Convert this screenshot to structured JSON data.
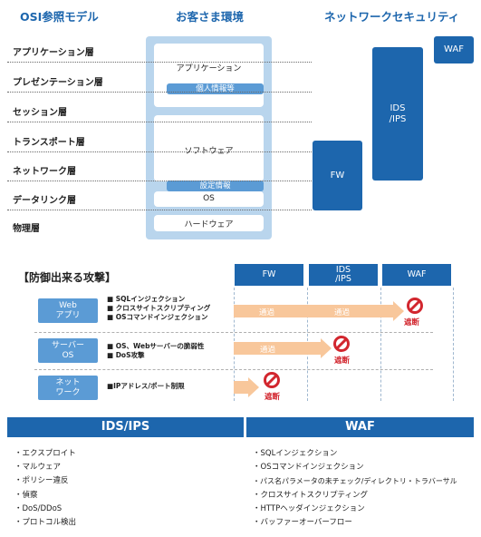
{
  "headers": {
    "osi": "OSI参照モデル",
    "env": "お客さま環境",
    "security": "ネットワークセキュリティ"
  },
  "layers": [
    "アプリケーション層",
    "プレゼンテーション層",
    "セッション層",
    "トランスポート層",
    "ネットワーク層",
    "データリンク層",
    "物理層"
  ],
  "env": {
    "application": "アプリケーション",
    "personal_info": "個人情報等",
    "software": "ソフトウェア",
    "config_info": "設定情報",
    "os": "OS",
    "hardware": "ハードウェア"
  },
  "security_boxes": {
    "waf": "WAF",
    "ids": "IDS\n/IPS",
    "fw": "FW"
  },
  "attacks": {
    "title": "【防御出来る攻撃】",
    "columns": [
      "FW",
      "IDS\n/IPS",
      "WAF"
    ],
    "pass_label": "通過",
    "block_label": "遮断",
    "rows": [
      {
        "tag": "Web\nアプリ",
        "items": [
          "■ SQLインジェクション",
          "■ クロスサイトスクリプティング",
          "■ OSコマンドインジェクション"
        ]
      },
      {
        "tag": "サーバー\nOS",
        "items": [
          "■ OS、Webサーバーの脆弱性",
          "■ DoS攻撃"
        ]
      },
      {
        "tag": "ネット\nワーク",
        "items": [
          "■IPアドレス/ポート制限"
        ]
      }
    ]
  },
  "panels": {
    "ids_title": "IDS/IPS",
    "ids_items": [
      "・エクスプロイト",
      "・マルウェア",
      "・ポリシー違反",
      "・偵察",
      "・DoS/DDoS",
      "・プロトコル検出"
    ],
    "waf_title": "WAF",
    "waf_items": [
      "・SQLインジェクション",
      "・OSコマンドインジェクション",
      "・パス名パラメータの未チェック/ディレクトリ・トラバーサル",
      "・クロスサイトスクリプティング",
      "・HTTPヘッダインジェクション",
      "・バッファーオーバーフロー"
    ]
  },
  "colors": {
    "primary": "#1d66ad",
    "light": "#5b9bd5",
    "env_bg": "#b9d5ed",
    "arrow": "#f8c79b",
    "block": "#d2262e"
  }
}
